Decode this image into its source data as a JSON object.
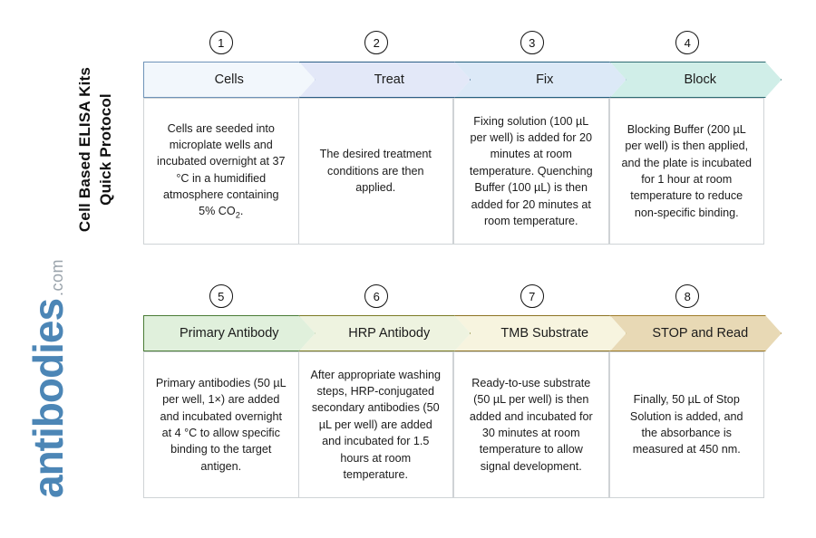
{
  "document": {
    "title_line1": "Cell Based ELISA Kits",
    "title_line2": "Quick Protocol"
  },
  "logo": {
    "name": "antibodies",
    "suffix": ".com",
    "color": "#4c86b6",
    "suffix_color": "#9aa3ab"
  },
  "rows": [
    {
      "id": "row-1",
      "steps": [
        {
          "number": "1",
          "label": "Cells",
          "description": "Cells are seeded into microplate wells and incubated overnight at 37 °C in a humidified atmosphere containing 5% CO₂.",
          "fill": "#f2f7fc",
          "border": "#6e93b8",
          "shape": "flat-arrow"
        },
        {
          "number": "2",
          "label": "Treat",
          "description": "The desired treatment conditions are then applied.",
          "fill": "#e3e8f8",
          "border": "#2b5d86",
          "shape": "arrow"
        },
        {
          "number": "3",
          "label": "Fix",
          "description": "Fixing solution (100 µL per well) is added for 20 minutes at room temperature. Quenching Buffer (100 µL) is then added for 20 minutes at room temperature.",
          "fill": "#dce9f7",
          "border": "#24607f",
          "shape": "arrow"
        },
        {
          "number": "4",
          "label": "Block",
          "description": "Blocking Buffer (200 µL per well) is then applied, and the plate is incubated for 1 hour at room temperature to reduce non-specific binding.",
          "fill": "#d0eee8",
          "border": "#2e6b72",
          "shape": "arrow"
        }
      ]
    },
    {
      "id": "row-2",
      "steps": [
        {
          "number": "5",
          "label": "Primary Antibody",
          "description": "Primary antibodies (50 µL per well, 1×) are added and incubated overnight at 4 °C to allow specific binding to the target antigen.",
          "fill": "#e0f0dc",
          "border": "#4a7c36",
          "shape": "flat-arrow"
        },
        {
          "number": "6",
          "label": "HRP Antibody",
          "description": "After appropriate washing steps, HRP-conjugated secondary antibodies (50 µL per well) are added and incubated for 1.5 hours at room temperature.",
          "fill": "#eef3e0",
          "border": "#7b7a25",
          "shape": "arrow"
        },
        {
          "number": "7",
          "label": "TMB Substrate",
          "description": "Ready-to-use substrate (50 µL per well) is then added and incubated for 30 minutes at room temperature to allow signal development.",
          "fill": "#f7f4df",
          "border": "#8d7324",
          "shape": "arrow"
        },
        {
          "number": "8",
          "label": "STOP and Read",
          "description": "Finally, 50 µL of Stop Solution is added, and the absorbance is measured at 450 nm.",
          "fill": "#e8d9b5",
          "border": "#a07d2a",
          "shape": "arrow"
        }
      ]
    }
  ]
}
